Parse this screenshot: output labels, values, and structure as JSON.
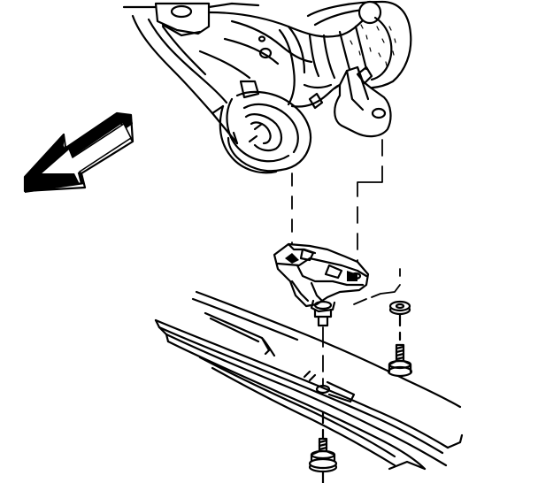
{
  "colors": {
    "ink": "#000000",
    "paper": "#ffffff"
  },
  "icons": {
    "direction_arrow": "front-direction-arrow-icon",
    "bolt": "bolt-icon",
    "washer": "washer-icon"
  },
  "parts": {
    "housing": "differential-carrier-housing",
    "mount": "carrier-mount-bracket",
    "frame": "frame-crossmember",
    "fastener_right": "mount-bolt-and-washer",
    "fastener_bottom": "frame-bolt-and-washer"
  }
}
